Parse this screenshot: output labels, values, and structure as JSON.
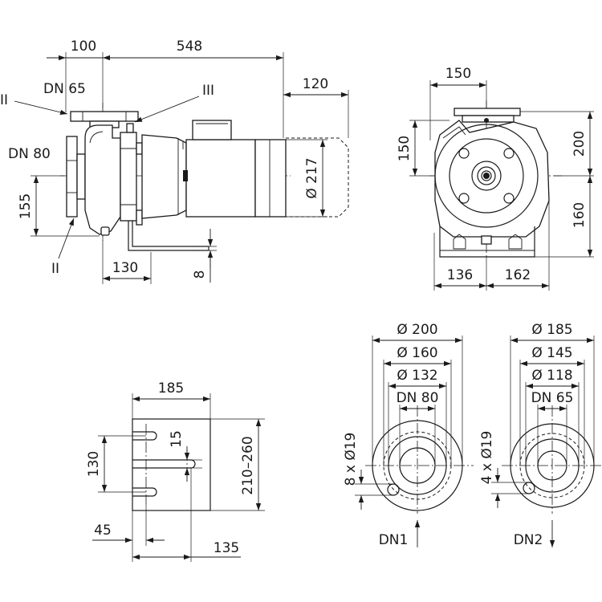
{
  "side_view": {
    "dims": {
      "d100": "100",
      "d548": "548",
      "d120": "120",
      "d217": "Ø 217",
      "d155": "155",
      "d130": "130",
      "d8": "8"
    },
    "labels": {
      "dn_outlet": "DN 65",
      "dn_inlet": "DN 80",
      "mark_ii_top": "II",
      "mark_ii_bottom": "II",
      "mark_iii": "III"
    }
  },
  "front_view": {
    "dims": {
      "d150_top": "150",
      "d150_left": "150",
      "d200": "200",
      "d160": "160",
      "d136": "136",
      "d162": "162"
    }
  },
  "foot_detail": {
    "dims": {
      "d185": "185",
      "d15": "15",
      "d130": "130",
      "d210_260": "210–260",
      "d45": "45",
      "d135": "135"
    }
  },
  "flange_dn1": {
    "dims": {
      "outer": "Ø 200",
      "bolt_circle": "Ø 160",
      "seal": "Ø 132",
      "bore": "DN 80",
      "holes": "8 x Ø19"
    },
    "label": "DN1"
  },
  "flange_dn2": {
    "dims": {
      "outer": "Ø 185",
      "bolt_circle": "Ø 145",
      "seal": "Ø 118",
      "bore": "DN 65",
      "holes": "4 x Ø19"
    },
    "label": "DN2"
  }
}
